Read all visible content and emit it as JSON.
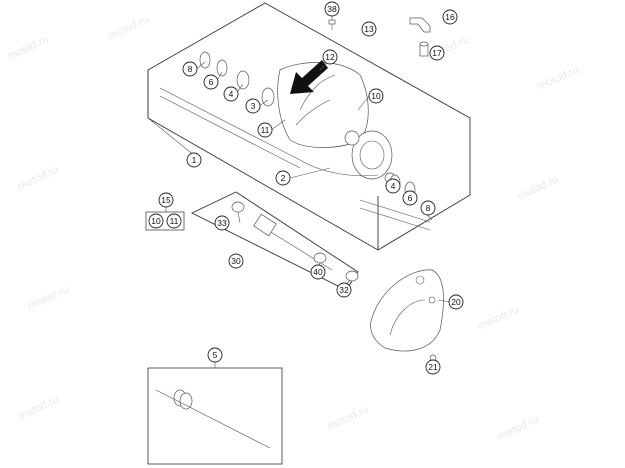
{
  "watermark": "motod.ru",
  "callouts": {
    "c1": "1",
    "c2": "2",
    "c3": "3",
    "c4a": "4",
    "c4b": "4",
    "c5": "5",
    "c6a": "6",
    "c6b": "6",
    "c8a": "8",
    "c8b": "8",
    "c10a": "10",
    "c10b": "10",
    "c11a": "11",
    "c11b": "11",
    "c12": "12",
    "c13": "13",
    "c15": "15",
    "c16": "16",
    "c17": "17",
    "c20": "20",
    "c21": "21",
    "c30": "30",
    "c32": "32",
    "c33": "33",
    "c38": "38",
    "c40": "40"
  },
  "arrow_icon": "arrow-down-left-icon"
}
